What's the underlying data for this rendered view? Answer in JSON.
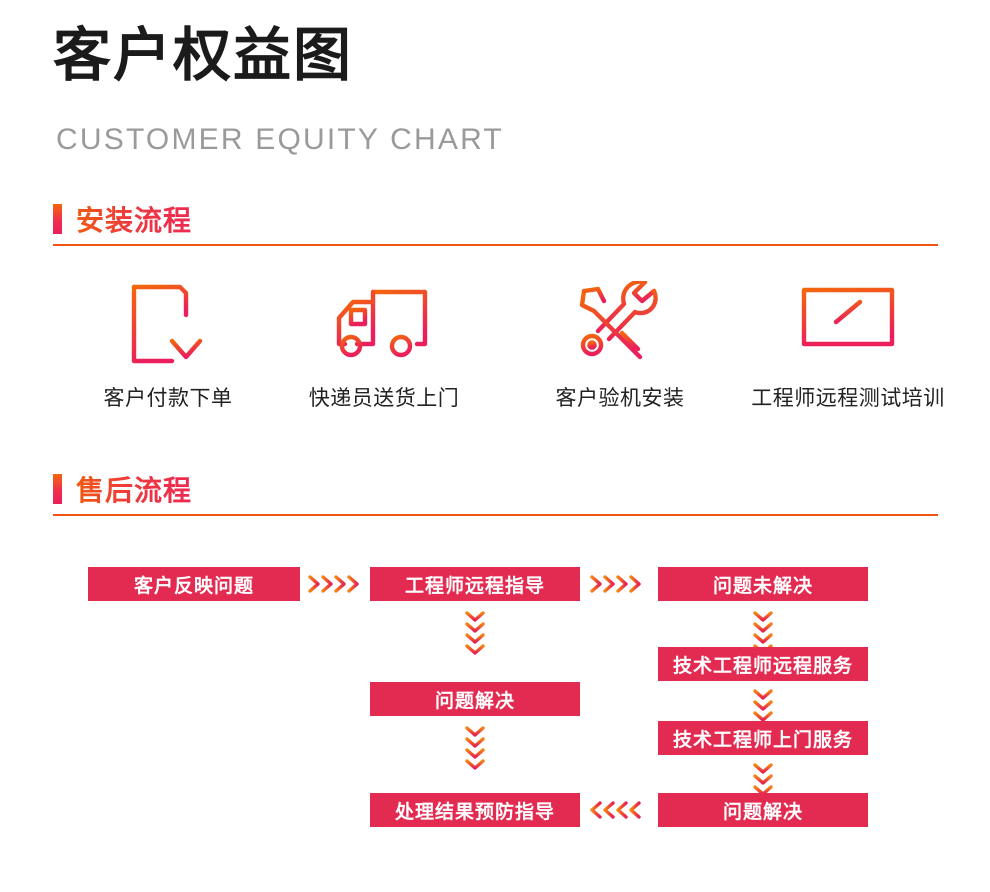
{
  "header": {
    "title": "客户权益图",
    "subtitle": "CUSTOMER EQUITY CHART"
  },
  "colors": {
    "node_red": "#e32b51",
    "rule_orange": "#ef5411",
    "title_dark": "#1b1b1b",
    "subtitle_gray": "#9a9a9a",
    "gradient_start": "#f4660c",
    "gradient_end": "#ea1f5b"
  },
  "sections": [
    {
      "name": "install",
      "title": "安装流程"
    },
    {
      "name": "after_sales",
      "title": "售后流程"
    }
  ],
  "install_steps": [
    {
      "icon": "document-download-icon",
      "label": "客户付款下单"
    },
    {
      "icon": "delivery-truck-icon",
      "label": "快递员送货上门"
    },
    {
      "icon": "tools-wrench-screwdriver-icon",
      "label": "客户验机安装"
    },
    {
      "icon": "monitor-arrow-icon",
      "label": "工程师远程测试培训"
    }
  ],
  "flow": {
    "nodes": {
      "customer_report": "客户反映问题",
      "remote_guidance": "工程师远程指导",
      "unresolved": "问题未解决",
      "resolved_mid": "问题解决",
      "remote_service": "技术工程师远程服务",
      "onsite_service": "技术工程师上门服务",
      "resolved_right": "问题解决",
      "prevention_guide": "处理结果预防指导"
    },
    "connectors": [
      {
        "name": "arrow-right-1",
        "direction": "right",
        "count": 4
      },
      {
        "name": "arrow-right-2",
        "direction": "right",
        "count": 4
      },
      {
        "name": "arrow-down-mid-1",
        "direction": "down",
        "count": 4
      },
      {
        "name": "arrow-down-mid-2",
        "direction": "down",
        "count": 4
      },
      {
        "name": "arrow-down-right-1",
        "direction": "down",
        "count": 4
      },
      {
        "name": "arrow-down-right-2",
        "direction": "down",
        "count": 4
      },
      {
        "name": "arrow-down-right-3",
        "direction": "down",
        "count": 4
      },
      {
        "name": "arrow-left-bottom",
        "direction": "left",
        "count": 4
      }
    ]
  }
}
